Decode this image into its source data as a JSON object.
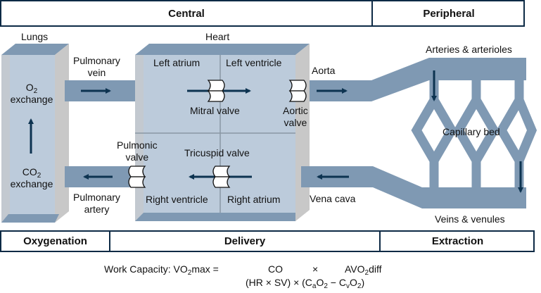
{
  "top_header": {
    "central": "Central",
    "peripheral": "Peripheral"
  },
  "bottom_header": {
    "oxygenation": "Oxygenation",
    "delivery": "Delivery",
    "extraction": "Extraction"
  },
  "labels": {
    "lungs": "Lungs",
    "heart": "Heart",
    "pulmonary_vein_1": "Pulmonary",
    "pulmonary_vein_2": "vein",
    "o2_exchange_gas": "O",
    "o2_exchange_sub": "2",
    "o2_exchange_word": "exchange",
    "co2_exchange_gas": "CO",
    "co2_exchange_sub": "2",
    "co2_exchange_word": "exchange",
    "pulmonary_artery_1": "Pulmonary",
    "pulmonary_artery_2": "artery",
    "left_atrium": "Left atrium",
    "left_ventricle": "Left ventricle",
    "mitral_valve": "Mitral valve",
    "aorta": "Aorta",
    "aortic_valve_1": "Aortic",
    "aortic_valve_2": "valve",
    "pulmonic_valve_1": "Pulmonic",
    "pulmonic_valve_2": "valve",
    "tricuspid_valve": "Tricuspid valve",
    "right_ventricle": "Right ventricle",
    "right_atrium": "Right atrium",
    "vena_cava": "Vena cava",
    "arteries_arterioles": "Arteries & arterioles",
    "capillary_bed": "Capillary bed",
    "veins_venules": "Veins & venules"
  },
  "formula": {
    "prefix": "Work Capacity: VO",
    "prefix_sub": "2",
    "prefix_end": "max =",
    "term1": "CO",
    "times": "×",
    "term2_start": "AVO",
    "term2_sub": "2",
    "term2_end": "diff",
    "line2_a": "(HR × SV) × (C",
    "line2_a_sub": "a",
    "line2_b": "O",
    "line2_b_sub": "2",
    "line2_c": " − C",
    "line2_c_sub": "v",
    "line2_d": "O",
    "line2_d_sub": "2",
    "line2_e": ")"
  },
  "colors": {
    "vessel": "#7f99b3",
    "chamber_face": "#bccbdb",
    "chamber_side": "#c8c8c8",
    "chamber_top": "#7f99b3",
    "arrow": "#0d3350",
    "border": "#0d2a45"
  }
}
